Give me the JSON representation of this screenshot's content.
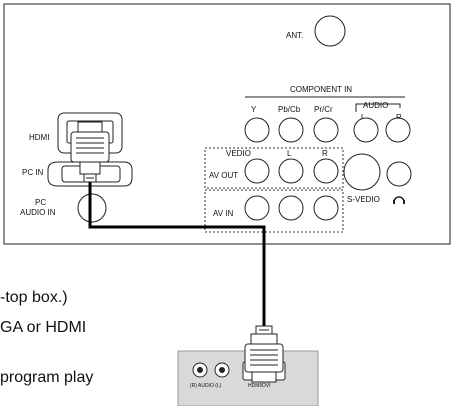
{
  "panel": {
    "ant": "ANT.",
    "component_in": "COMPONENT IN",
    "y": "Y",
    "pb_cb": "Pb/Cb",
    "pr_cr": "Pr/Cr",
    "audio": "AUDIO",
    "l": "L",
    "r": "R",
    "hdmi": "HDMI",
    "pc_in": "PC IN",
    "pc_audio_line1": "PC",
    "pc_audio_line2": "AUDIO IN",
    "vedio": "VEDIO",
    "av_out": "AV OUT",
    "av_l": "L",
    "av_r": "R",
    "av_in": "AV IN",
    "s_vedio": "S-VEDIO"
  },
  "source_device": {
    "audio_label": "(R) AUDIO (L)",
    "hdmi_label": "HDMI/DVI"
  },
  "text_lines": [
    "-top box.)",
    "GA or HDMI",
    "program play"
  ]
}
